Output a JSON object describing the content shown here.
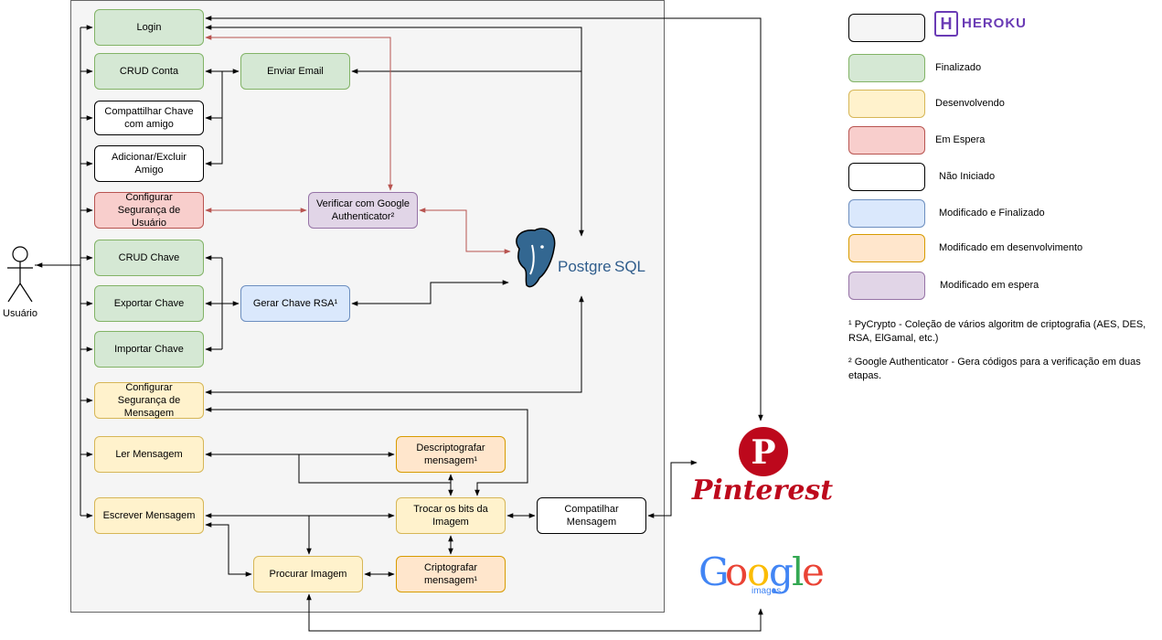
{
  "actor": {
    "label": "Usuário"
  },
  "nodes": {
    "login": "Login",
    "crud_conta": "CRUD Conta",
    "enviar_email": "Enviar Email",
    "compartilhar_chave": "Compattilhar Chave\ncom amigo",
    "adicionar_amigo": "Adicionar/Excluir\nAmigo",
    "config_seg_usuario": "Configurar\nSegurança de\nUsuário",
    "verificar_google": "Verificar com Google\nAuthenticator²",
    "crud_chave": "CRUD Chave",
    "exportar_chave": "Exportar Chave",
    "gerar_rsa": "Gerar Chave RSA¹",
    "importar_chave": "Importar Chave",
    "config_seg_msg": "Configurar\nSegurança de\nMensagem",
    "ler_mensagem": "Ler Mensagem",
    "descriptografar": "Descriptografar\nmensagem¹",
    "escrever_mensagem": "Escrever Mensagem",
    "trocar_bits": "Trocar os bits da\nImagem",
    "compatilhar_msg": "Compatilhar\nMensagem",
    "procurar_imagem": "Procurar Imagem",
    "criptografar": "Criptografar\nmensagem¹"
  },
  "logos": {
    "postgres_a": "Postgre",
    "postgres_b": "SQL",
    "heroku": "HEROKU",
    "heroku_mark": "H",
    "pinterest": "Pinterest",
    "pinterest_mark": "P",
    "google": [
      "G",
      "o",
      "o",
      "g",
      "l",
      "e"
    ],
    "google_sub": "images"
  },
  "legend": [
    {
      "label": "Finalizado",
      "fill": "#d5e8d4",
      "stroke": "#82b366"
    },
    {
      "label": "Desenvolvendo",
      "fill": "#fff2cc",
      "stroke": "#d6b656"
    },
    {
      "label": "Em Espera",
      "fill": "#f8cecc",
      "stroke": "#b85450"
    },
    {
      "label": "Não Iniciado",
      "fill": "#ffffff",
      "stroke": "#000000"
    },
    {
      "label": "Modificado e Finalizado",
      "fill": "#dae8fc",
      "stroke": "#6c8ebf"
    },
    {
      "label": "Modificado em desenvolvimento",
      "fill": "#ffe6cc",
      "stroke": "#d79b00"
    },
    {
      "label": "Modificado em espera",
      "fill": "#e1d5e7",
      "stroke": "#9673a6"
    }
  ],
  "notes": {
    "note1": "¹ PyCrypto - Coleção de vários algoritm de criptografia (AES, DES, RSA, ElGamal, etc.)",
    "note2": "² Google Authenticator - Gera códigos para a verificação em duas etapas."
  },
  "colors": {
    "arrow": "#000000",
    "arrow_red": "#b85450",
    "heroku_purple": "#6a3bb5",
    "pinterest_red": "#bd081c",
    "postgres_blue": "#336791",
    "google_blue": "#4285f4",
    "google_red": "#ea4335",
    "google_yellow": "#fbbc05",
    "google_green": "#34a853"
  }
}
